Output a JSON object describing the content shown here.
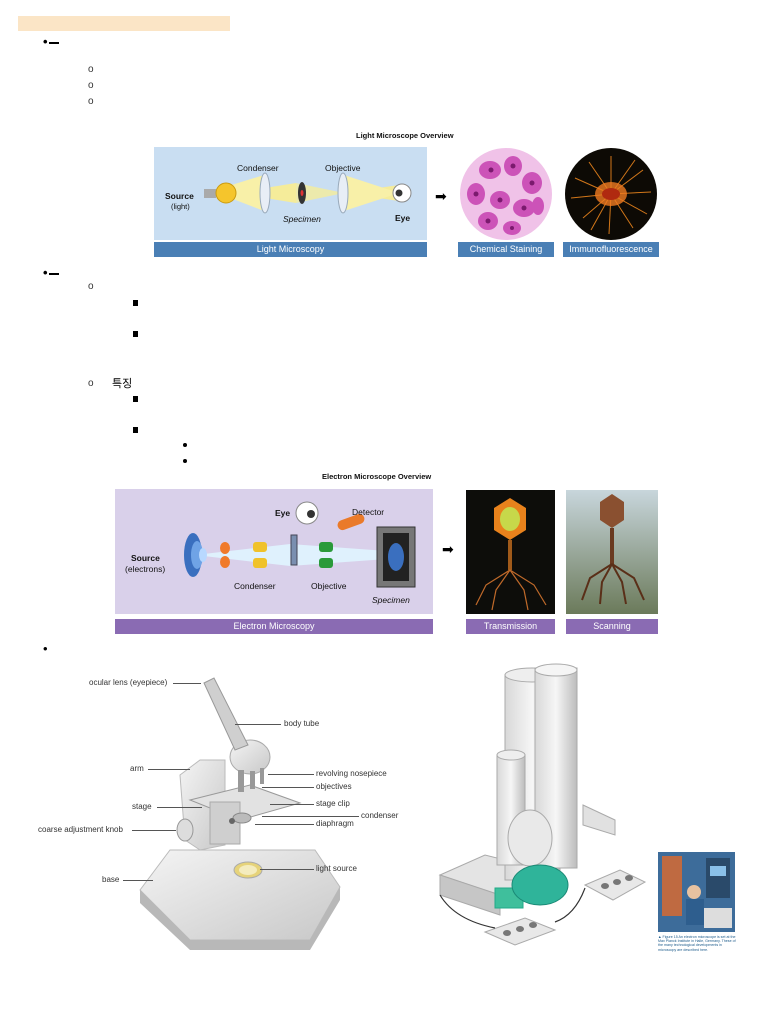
{
  "top_heading_highlight": "",
  "section2_sub_label": "특징",
  "light_overview": {
    "title": "Light Microscope Overview",
    "labels": {
      "condenser": "Condenser",
      "objective": "Objective",
      "source": "Source",
      "source_sub": "(light)",
      "specimen": "Specimen",
      "eye": "Eye"
    },
    "bars": {
      "main": "Light Microscopy",
      "staining": "Chemical Staining",
      "immuno": "Immunofluorescence"
    }
  },
  "electron_overview": {
    "title": "Electron Microscope Overview",
    "labels": {
      "eye": "Eye",
      "detector": "Detector",
      "source": "Source",
      "source_sub": "(electrons)",
      "condenser": "Condenser",
      "objective": "Objective",
      "specimen": "Specimen"
    },
    "bars": {
      "main": "Electron Microscopy",
      "transmission": "Transmission",
      "scanning": "Scanning"
    }
  },
  "microscope_diagram": {
    "labels": {
      "ocular": "ocular lens (eyepiece)",
      "body_tube": "body tube",
      "arm": "arm",
      "nosepiece": "revolving nosepiece",
      "objectives": "objectives",
      "stage": "stage",
      "stage_clip": "stage clip",
      "condenser": "condenser",
      "coarse": "coarse adjustment knob",
      "diaphragm": "diaphragm",
      "light_source": "light source",
      "base": "base"
    }
  },
  "photo_caption": "▲ Figure 15 An electron microscope is set at the Max Planck Institute in Halle, Germany. These of the many technological developments in microscopy are described here.",
  "colors": {
    "highlight": "#fbe5c6",
    "light_bar": "#4a7fb5",
    "electron_bar": "#8a6bb3",
    "light_panel": "#c9def2",
    "electron_panel": "#d9d0ea"
  }
}
